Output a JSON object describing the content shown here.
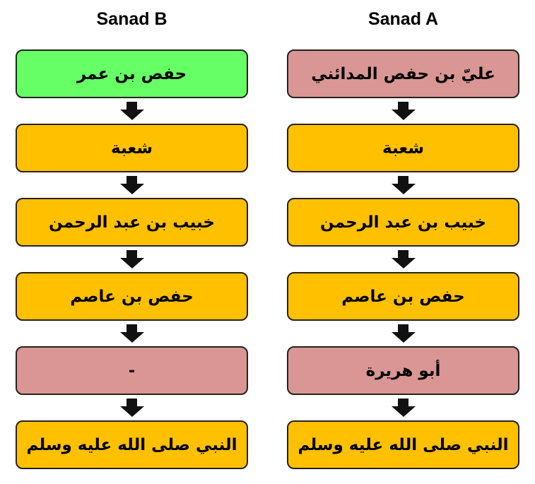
{
  "colors": {
    "green": "#66ff66",
    "orange": "#ffc000",
    "pink": "#d99694",
    "border": "#26221e",
    "arrow": "#111111"
  },
  "columns": [
    {
      "title": "Sanad B",
      "nodes": [
        {
          "label": "حفص بن عمر",
          "color": "green"
        },
        {
          "label": "شعبة",
          "color": "orange"
        },
        {
          "label": "خبيب بن عبد الرحمن",
          "color": "orange"
        },
        {
          "label": "حفص بن عاصم",
          "color": "orange"
        },
        {
          "label": "-",
          "color": "pink"
        },
        {
          "label": "النبي صلى الله عليه وسلم",
          "color": "orange"
        }
      ]
    },
    {
      "title": "Sanad A",
      "nodes": [
        {
          "label": "عليّ بن حفص المدائني",
          "color": "pink"
        },
        {
          "label": "شعبة",
          "color": "orange"
        },
        {
          "label": "خبيب بن عبد الرحمن",
          "color": "orange"
        },
        {
          "label": "حفص بن عاصم",
          "color": "orange"
        },
        {
          "label": "أبو هريرة",
          "color": "pink"
        },
        {
          "label": "النبي صلى الله عليه وسلم",
          "color": "orange"
        }
      ]
    }
  ]
}
